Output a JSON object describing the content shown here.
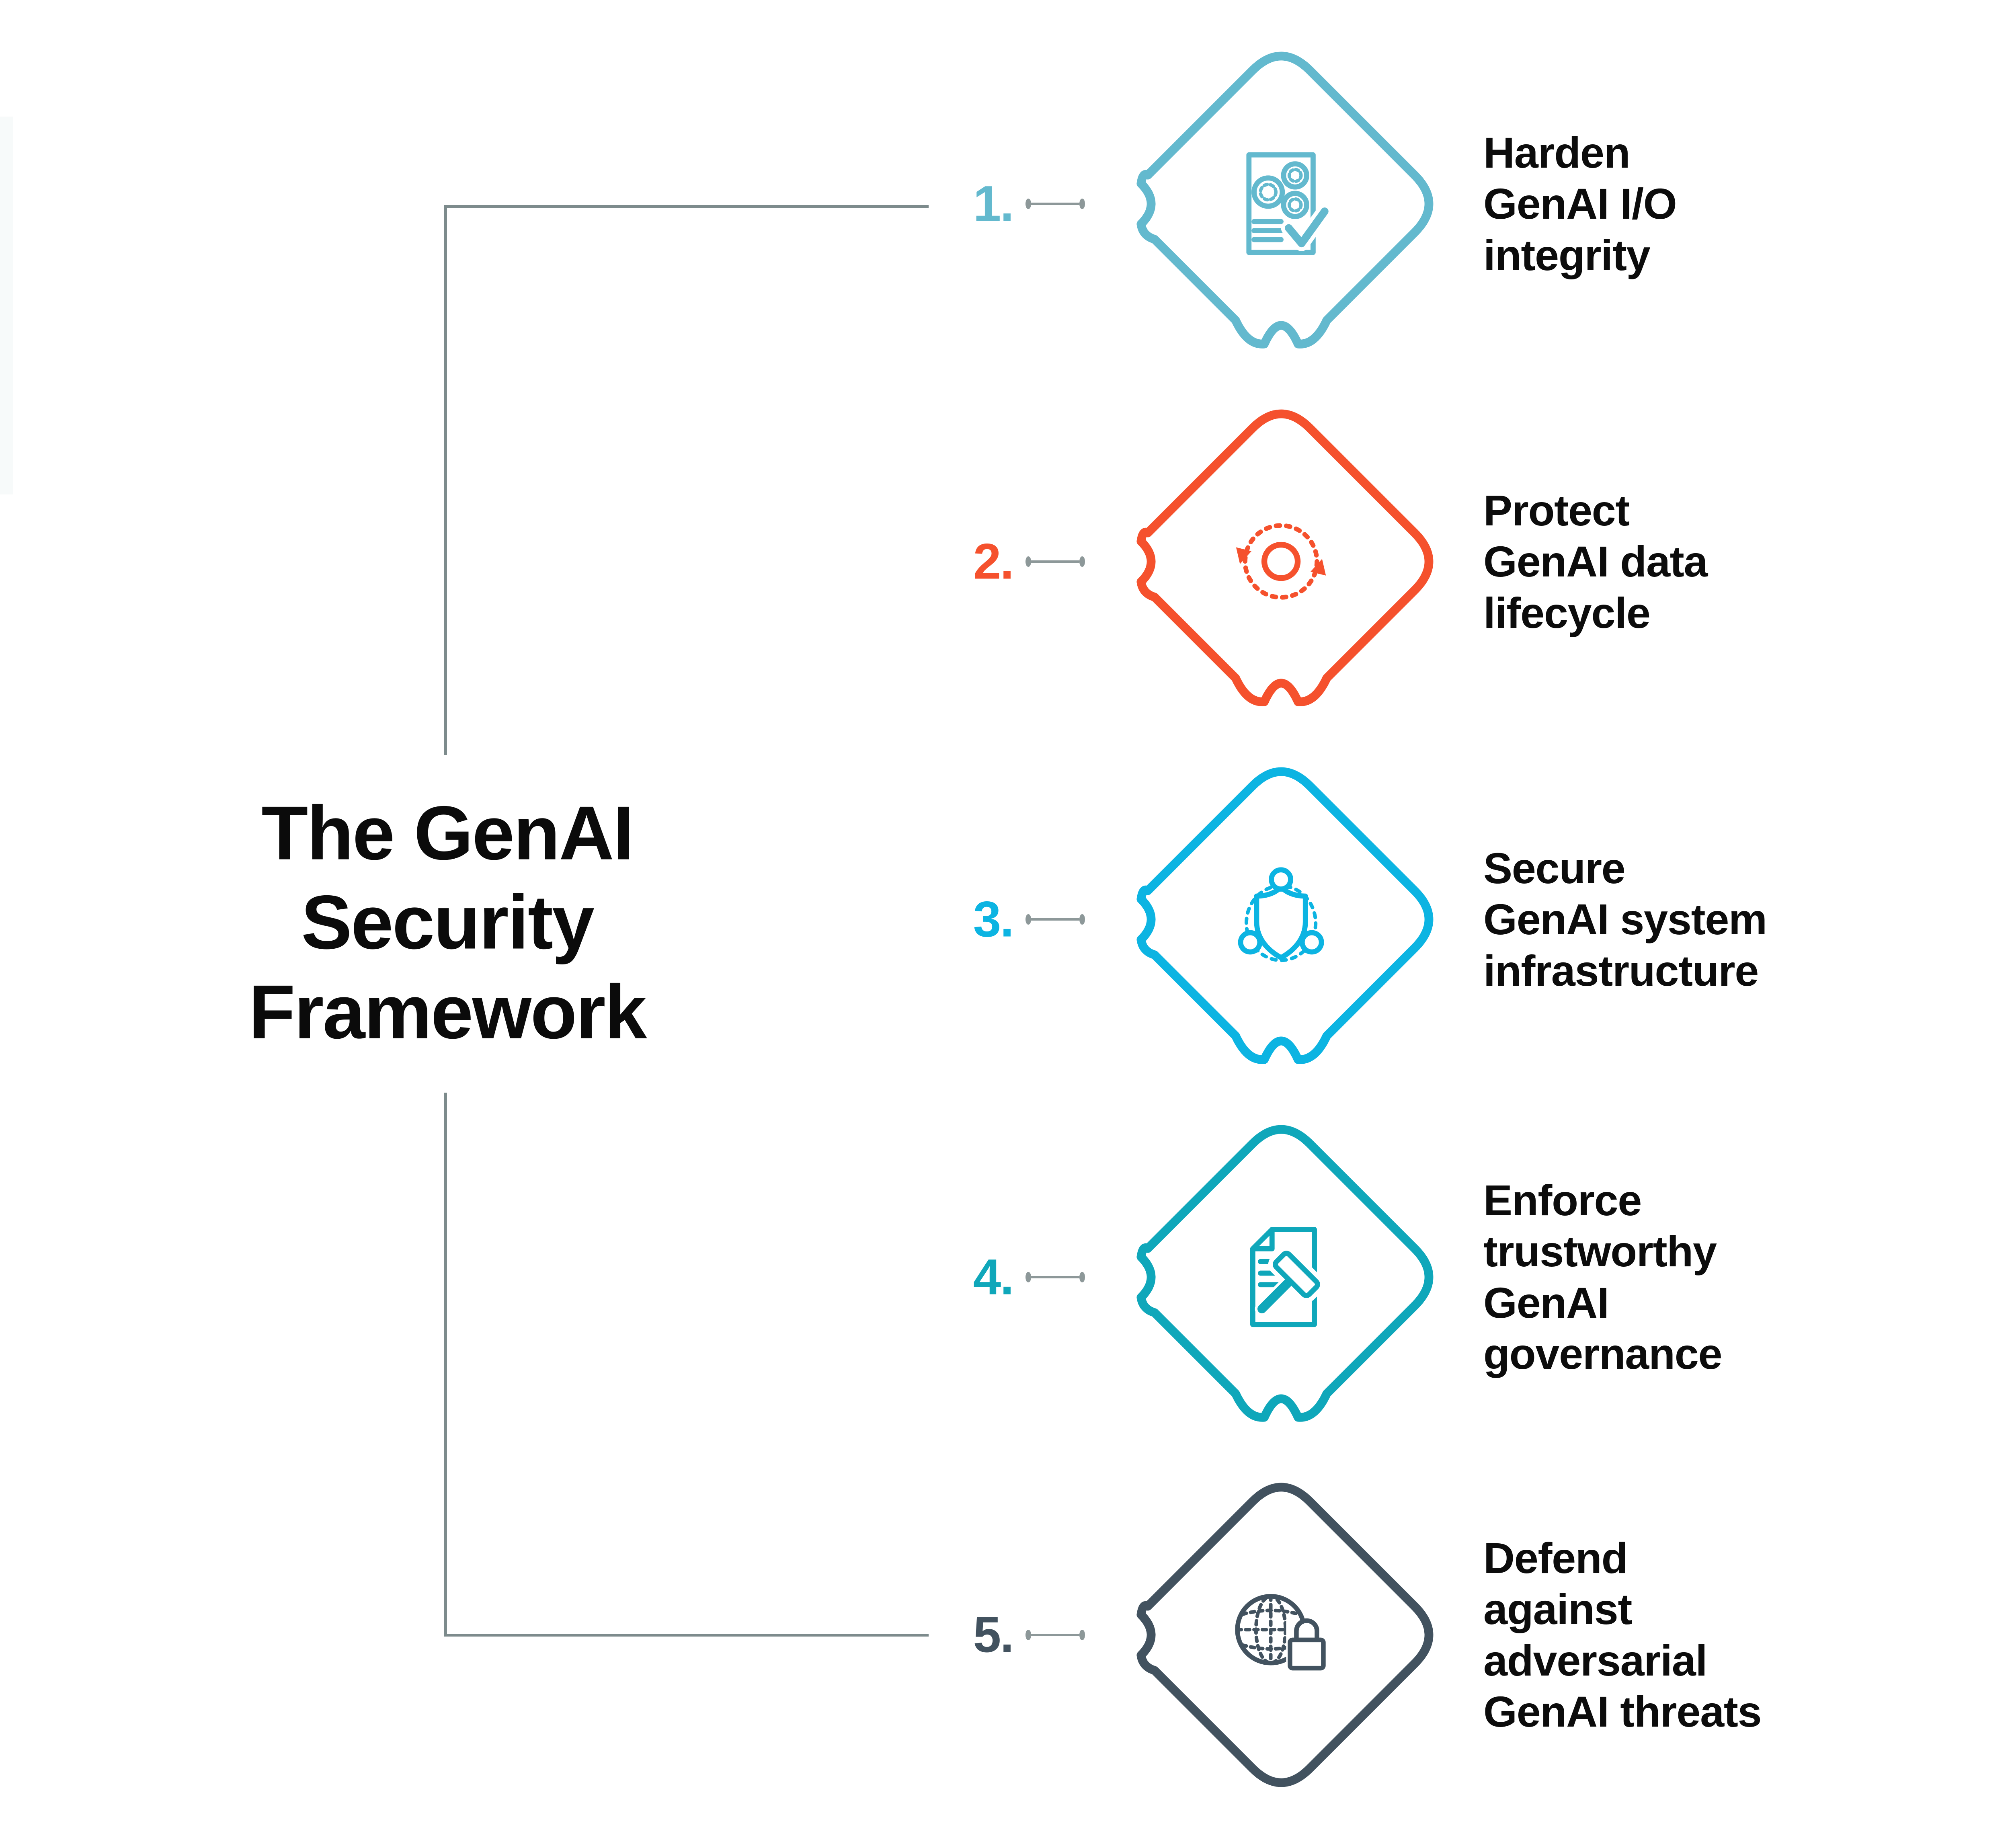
{
  "page": {
    "background": "#ffffff",
    "title_lines": [
      "The GenAI",
      "Security",
      "Framework"
    ],
    "title_color": "#0b0b0b",
    "label_text_color": "#0c0c0c",
    "left_strip_color": "#f7fafa"
  },
  "bracket": {
    "color": "#7d8b8c"
  },
  "connector": {
    "color": "#8d9899"
  },
  "items": [
    {
      "number": "1.",
      "color": "#63b9ce",
      "icon": "document-gears-check-icon",
      "label_lines": [
        "Harden",
        "GenAI I/O",
        "integrity"
      ]
    },
    {
      "number": "2.",
      "color": "#f5512d",
      "icon": "data-lifecycle-cycle-icon",
      "label_lines": [
        "Protect",
        "GenAI data",
        "lifecycle"
      ]
    },
    {
      "number": "3.",
      "color": "#0cb4e2",
      "icon": "shield-network-icon",
      "label_lines": [
        "Secure",
        "GenAI system",
        "infrastructure"
      ]
    },
    {
      "number": "4.",
      "color": "#0fa7ba",
      "icon": "document-gavel-icon",
      "label_lines": [
        "Enforce",
        "trustworthy",
        "GenAI",
        "governance"
      ]
    },
    {
      "number": "5.",
      "color": "#42525f",
      "icon": "globe-padlock-icon",
      "label_lines": [
        "Defend",
        "against",
        "adversarial",
        "GenAI threats"
      ]
    }
  ]
}
